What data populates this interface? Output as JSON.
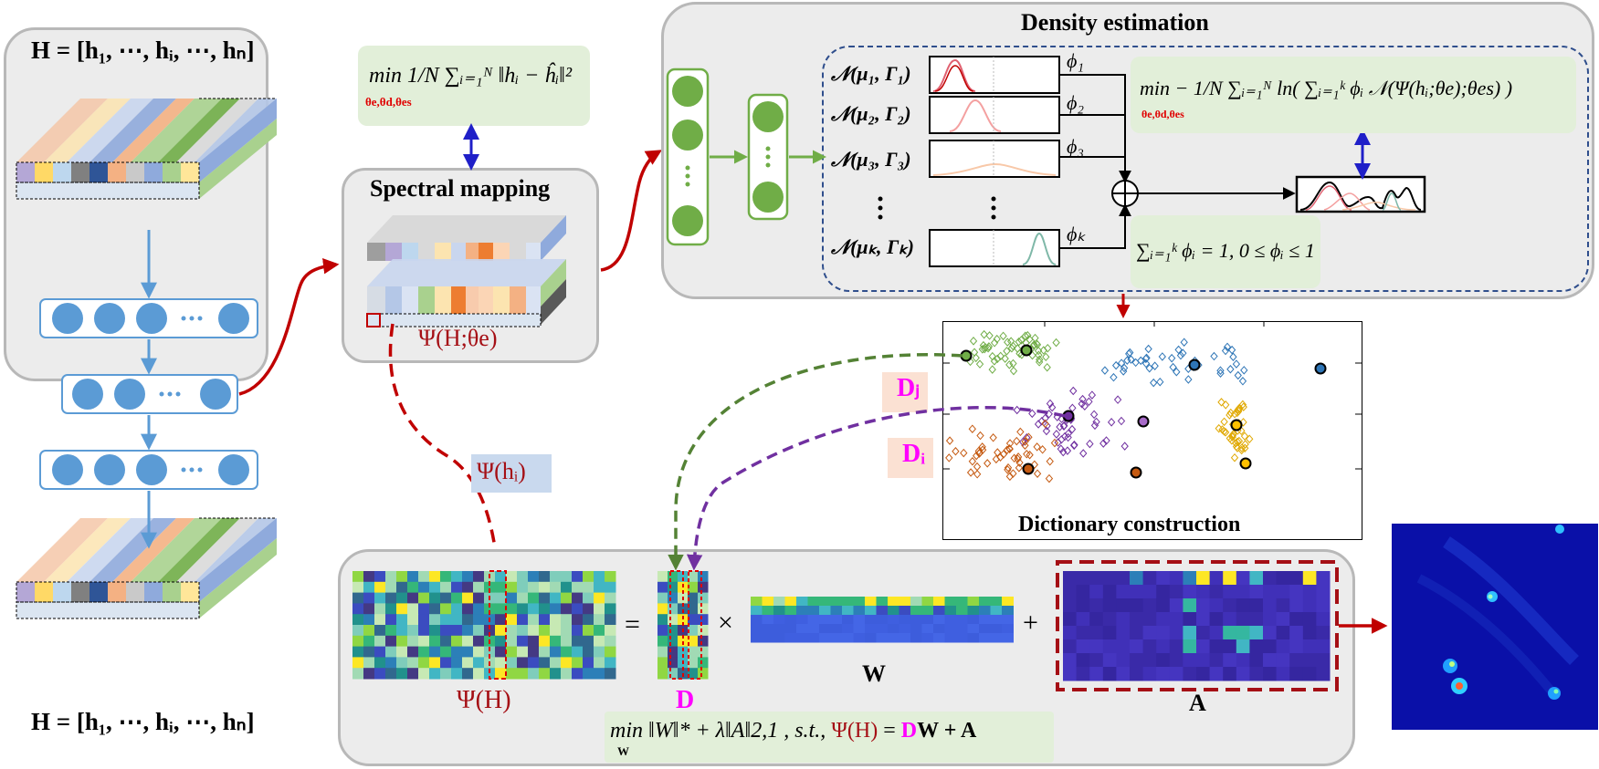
{
  "title_density": "Density estimation",
  "title_spectral": "Spectral mapping",
  "title_dictionary": "Dictionary construction",
  "H_label": "H = [h₁, ⋯, hᵢ, ⋯, hₙ]",
  "recon_loss_label": "min   1/N ∑ᵢ₌₁ᴺ ‖hᵢ − ĥᵢ‖²",
  "recon_loss_sub": "θe,θd,θes",
  "psi_H_theta_label": "Ψ(H;θe)",
  "psi_hi_label": "Ψ(hᵢ)",
  "gauss_labels": [
    "𝒩(μ₁, Γ₁)",
    "𝒩(μ₂, Γ₂)",
    "𝒩(μ₃, Γ₃)",
    "𝒩(μₖ, Γₖ)"
  ],
  "phi_labels": [
    "ϕ₁",
    "ϕ₂",
    "ϕ₃",
    "ϕₖ"
  ],
  "density_loss_label": "min  − 1/N ∑ᵢ₌₁ᴺ ln( ∑ᵢ₌₁ᵏ ϕᵢ 𝒩(Ψ(hᵢ;θe);θes) )",
  "density_loss_sub": "θe,θd,θes",
  "phi_constraint_label": "∑ᵢ₌₁ᵏ ϕᵢ = 1, 0 ≤ ϕᵢ ≤ 1",
  "Dj_label": "Dⱼ",
  "Di_label": "Dᵢ",
  "psi_H_label": "Ψ(H)",
  "D_label": "D",
  "W_label": "W",
  "A_label": "A",
  "equals": "=",
  "times": "×",
  "plus": "+",
  "final_loss_prefix": "min ‖W‖* + λ‖A‖2,1 ,    s.t., ",
  "final_loss_psi": "Ψ(H)",
  "final_loss_eq": " = ",
  "final_loss_D": "D",
  "final_loss_rest": "W + A",
  "final_loss_sub": "W",
  "ellipsis_h": "…",
  "ellipsis_v": "⋮",
  "oplus": "⊕",
  "colors": {
    "panel_bg": "#ececec",
    "green_box": "#e2efd9",
    "blue_node": "#5b9bd5",
    "green_node": "#70ad47",
    "dark_red": "#a50f15",
    "magenta": "#ff00ff",
    "navy_dash": "#2f4e8c",
    "arrow_green": "#548235",
    "arrow_purple": "#7030a0",
    "arrow_blue": "#1f1fc8"
  }
}
